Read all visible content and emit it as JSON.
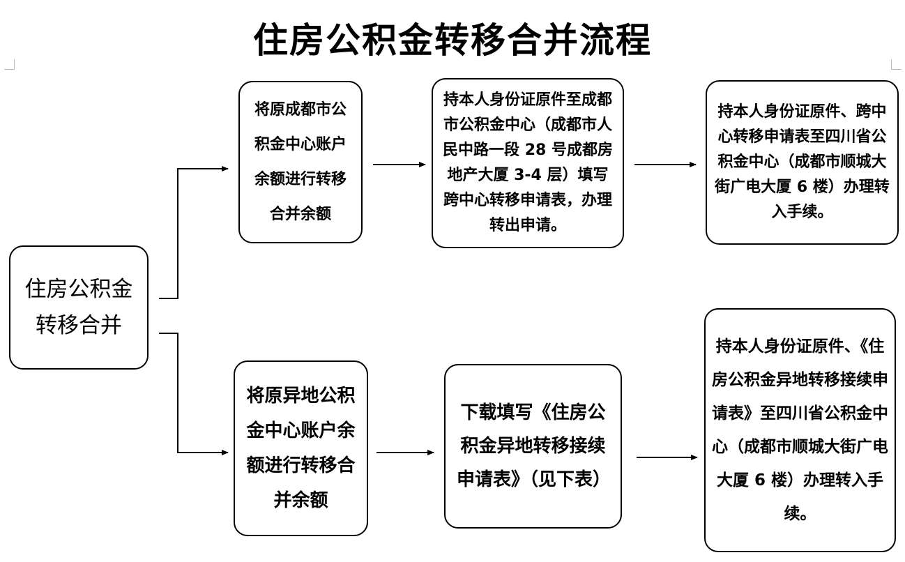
{
  "title": "住房公积金转移合并流程",
  "root": {
    "label": "住房公积金转移合并"
  },
  "upper_branch": {
    "step1": "将原成都市公积金中心账户余额进行转移合并余额",
    "step2": "持本人身份证原件至成都市公积金中心（成都市人民中路一段 28 号成都房地产大厦 3-4 层）填写跨中心转移申请表，办理转出申请。",
    "step3": "持本人身份证原件、跨中心转移申请表至四川省公积金中心（成都市顺城大街广电大厦 6 楼）办理转入手续。"
  },
  "lower_branch": {
    "step1": "将原异地公积金中心账户余额进行转移合并余额",
    "step2": "下载填写《住房公积金异地转移接续申请表》（见下表）",
    "step3": "持本人身份证原件、《住房公积金异地转移接续申请表》至四川省公积金中心（成都市顺城大街广电大厦 6 楼）办理转入手续。"
  },
  "colors": {
    "line": "#000000",
    "background": "#ffffff",
    "crop_marks": "#bbbbbb"
  }
}
